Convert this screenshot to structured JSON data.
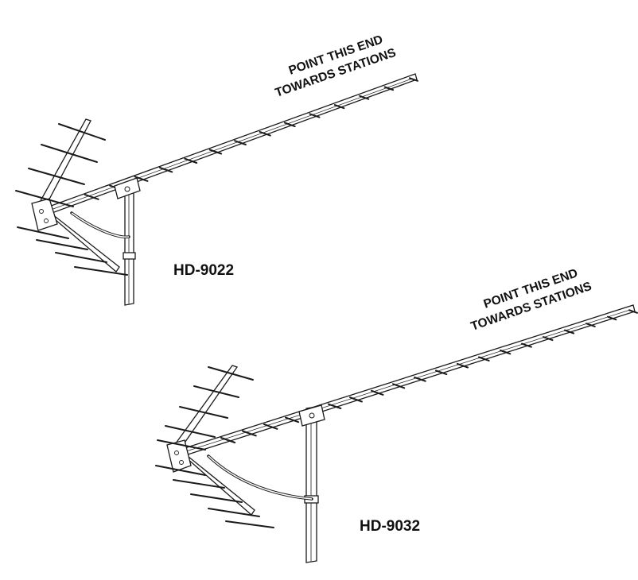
{
  "antennas": [
    {
      "model": "HD-9022",
      "direction_line1": "POINT THIS END",
      "direction_line2": "TOWARDS STATIONS"
    },
    {
      "model": "HD-9032",
      "direction_line1": "POINT THIS END",
      "direction_line2": "TOWARDS STATIONS"
    }
  ]
}
